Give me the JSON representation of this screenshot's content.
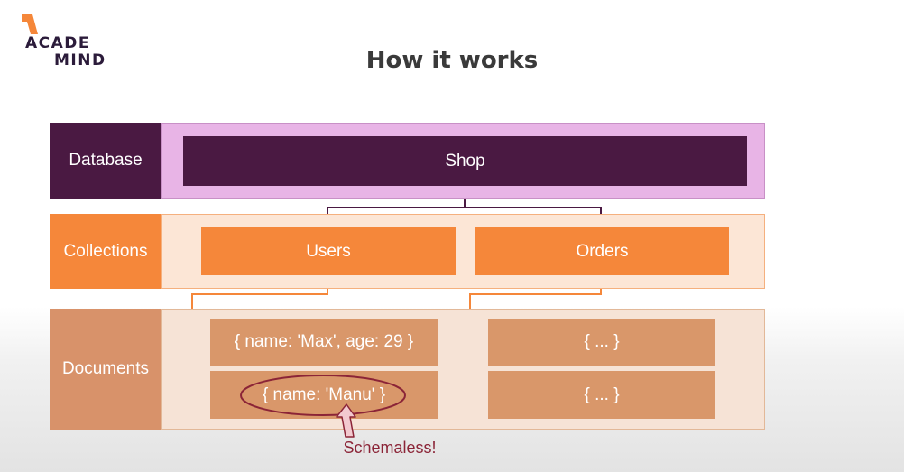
{
  "brand": {
    "line1": "ACADE",
    "line2": "MIND"
  },
  "title": "How it works",
  "rows": {
    "database": {
      "label": "Database",
      "items": [
        "Shop"
      ]
    },
    "collections": {
      "label": "Collections",
      "items": [
        "Users",
        "Orders"
      ]
    },
    "documents": {
      "label": "Documents",
      "users_docs": [
        "{ name: 'Max', age: 29 }",
        "{ name: 'Manu' }"
      ],
      "orders_docs": [
        "{ ... }",
        "{ ... }"
      ]
    }
  },
  "annotation": "Schemaless!",
  "colors": {
    "database_label": "#4a1942",
    "database_band": "#e8b4e6",
    "database_box": "#4a1942",
    "collections_label": "#f5873a",
    "collections_band": "#fce6d6",
    "collections_box": "#f5873a",
    "documents_label": "#d8926a",
    "documents_band": "#f6e3d6",
    "documents_box": "#d9976a",
    "annotation": "#8b2437"
  }
}
